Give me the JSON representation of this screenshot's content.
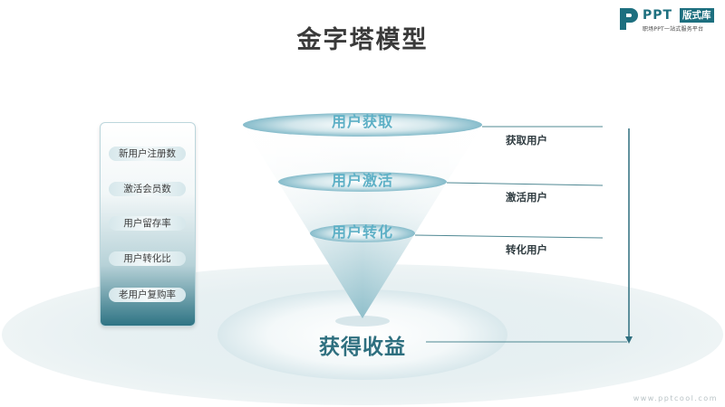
{
  "title": "金字塔模型",
  "logo": {
    "brand": "PPT",
    "badge": "版式库",
    "tagline": "职场PPT一站式服务平台"
  },
  "metrics": [
    {
      "label": "新用户注册数"
    },
    {
      "label": "激活会员数"
    },
    {
      "label": "用户留存率"
    },
    {
      "label": "用户转化比"
    },
    {
      "label": "老用户复购率"
    }
  ],
  "funnel": {
    "tiers": [
      {
        "label": "用户获取",
        "side_label": "获取用户"
      },
      {
        "label": "用户激活",
        "side_label": "激活用户"
      },
      {
        "label": "用户转化",
        "side_label": "转化用户"
      }
    ],
    "result": "获得收益"
  },
  "website": "www.pptcool.com",
  "colors": {
    "accent": "#1d6f7f",
    "tier_text": "#5eb0c6",
    "result_text": "#2e6f7f",
    "line": "#4f8893"
  }
}
